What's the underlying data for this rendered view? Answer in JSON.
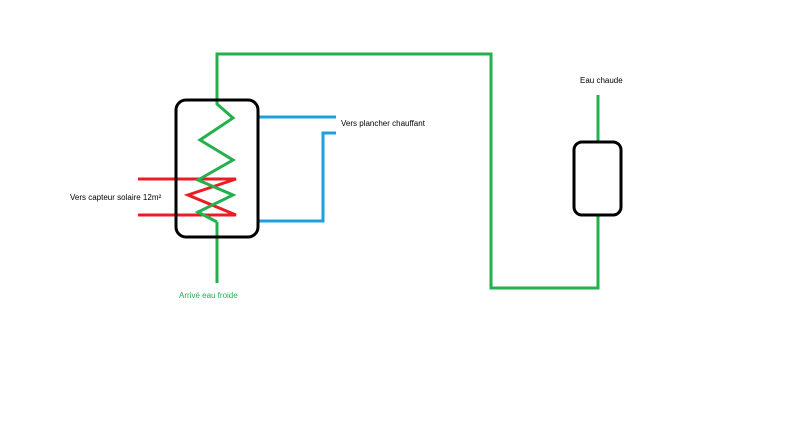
{
  "labels": {
    "floor_heating": "Vers plancher chauffant",
    "solar_collector": "Vers capteur solaire 12m²",
    "cold_water_inlet": "Arrivé eau froide",
    "hot_water": "Eau chaude"
  },
  "colors": {
    "domestic_water": "#22b14c",
    "floor_heating_loop": "#1ea0e0",
    "solar_loop": "#ed1c24",
    "outline": "#000000",
    "background": "#ffffff"
  },
  "icons": {
    "storage_tank": "rounded-rectangle",
    "water_heater": "rounded-rectangle",
    "coil": "zigzag"
  }
}
